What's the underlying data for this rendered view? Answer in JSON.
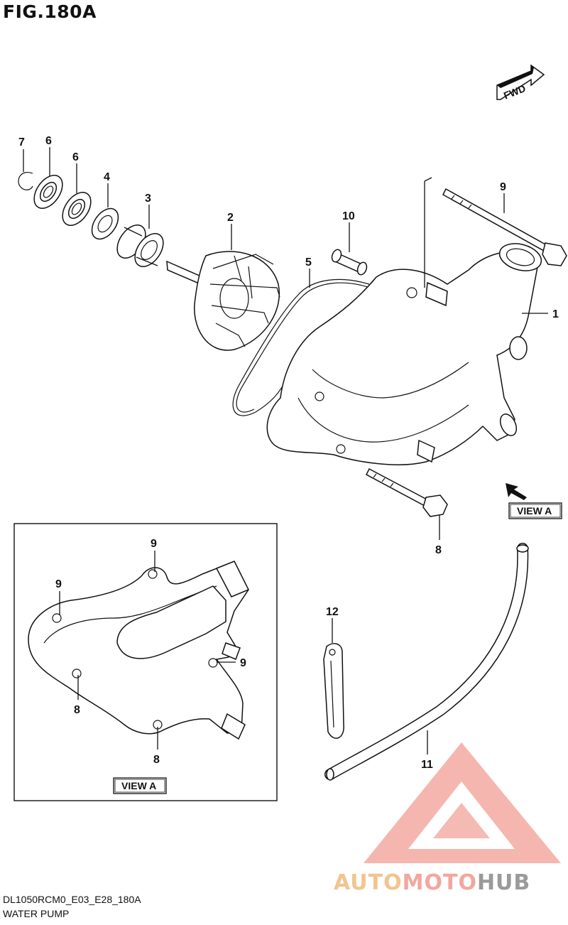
{
  "figure": {
    "title": "FIG.180A",
    "code": "DL1050RCM0_E03_E28_180A",
    "name": "WATER PUMP"
  },
  "fwd_label": "FWD",
  "view_label": "VIEW A",
  "callouts": [
    {
      "id": "c7",
      "label": "7"
    },
    {
      "id": "c6a",
      "label": "6"
    },
    {
      "id": "c6b",
      "label": "6"
    },
    {
      "id": "c4",
      "label": "4"
    },
    {
      "id": "c3",
      "label": "3"
    },
    {
      "id": "c2",
      "label": "2"
    },
    {
      "id": "c10",
      "label": "10"
    },
    {
      "id": "c5",
      "label": "5"
    },
    {
      "id": "c9",
      "label": "9"
    },
    {
      "id": "c1",
      "label": "1"
    },
    {
      "id": "c8",
      "label": "8"
    },
    {
      "id": "c12",
      "label": "12"
    },
    {
      "id": "c11",
      "label": "11"
    }
  ],
  "view_callouts": [
    {
      "id": "v9a",
      "label": "9"
    },
    {
      "id": "v9b",
      "label": "9"
    },
    {
      "id": "v9c",
      "label": "9"
    },
    {
      "id": "v8a",
      "label": "8"
    },
    {
      "id": "v8b",
      "label": "8"
    }
  ],
  "watermark": {
    "part1": "AUTO",
    "part2": "MOTO",
    "part3": "HUB"
  },
  "colors": {
    "line": "#111111",
    "watermark_red": "#f08c82",
    "watermark_orange": "#f3c48f",
    "watermark_gray": "#9a9a9a"
  }
}
